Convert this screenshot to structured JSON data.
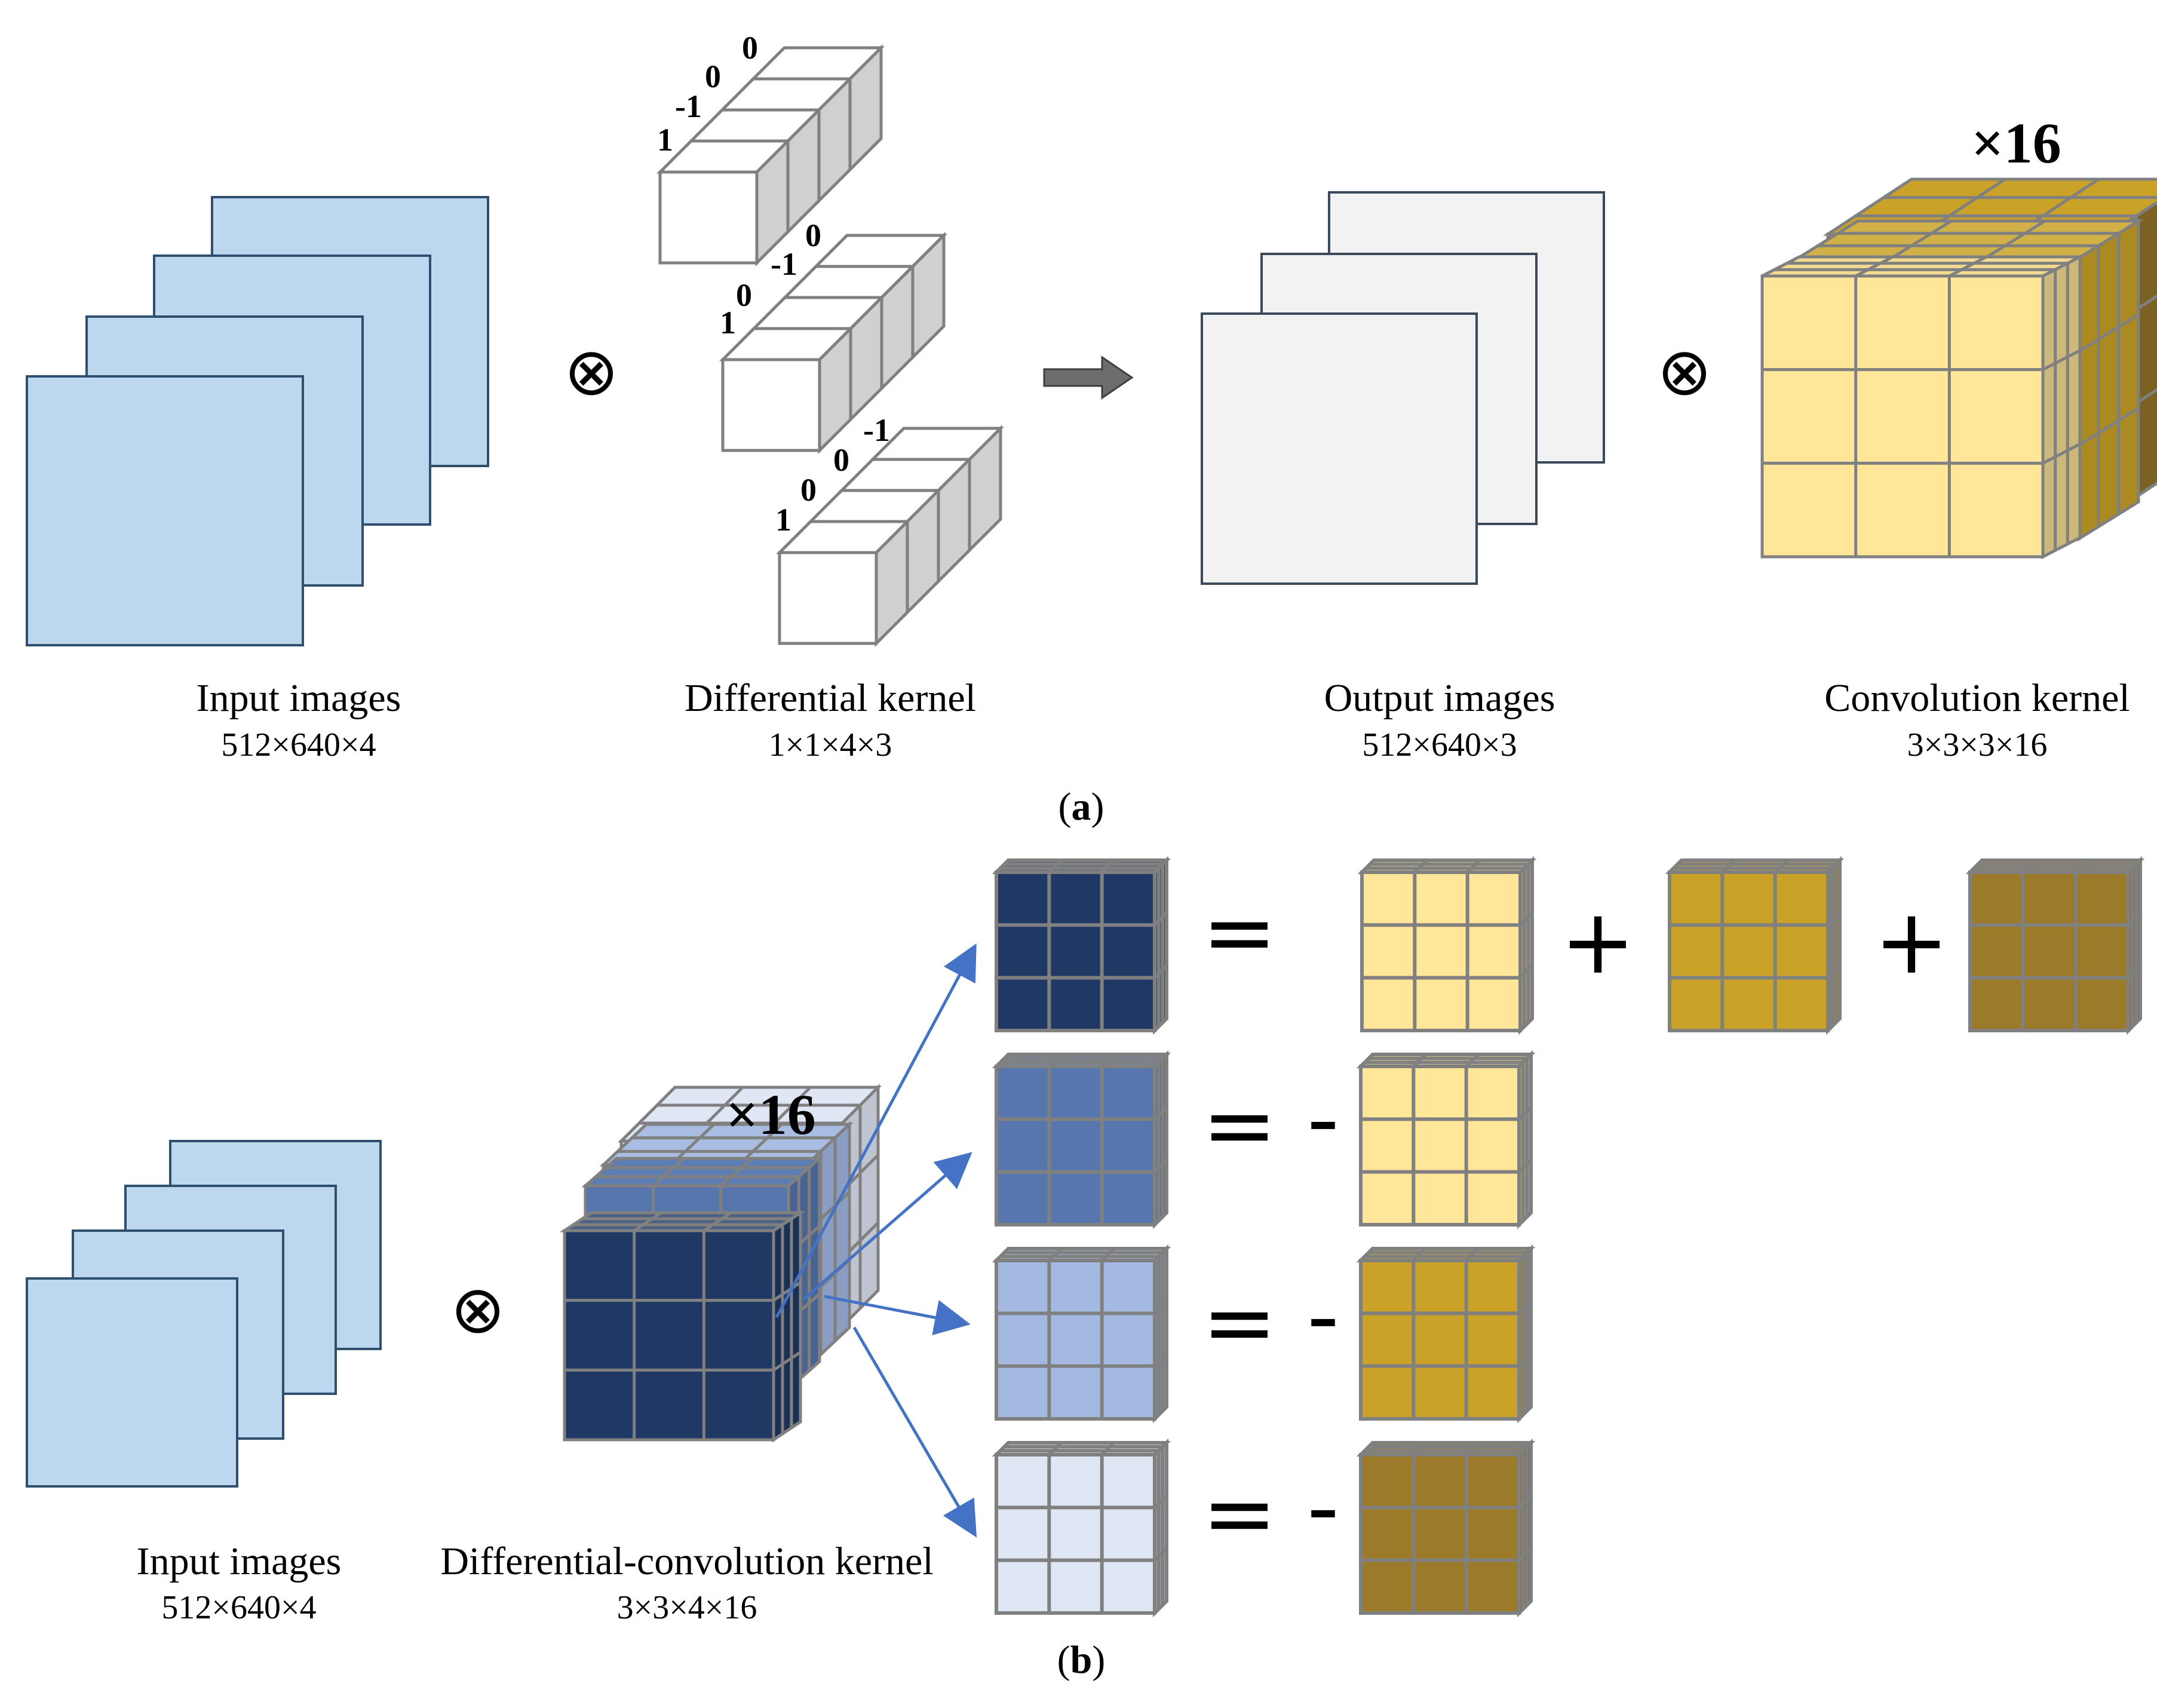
{
  "panel_a": {
    "label_open": "(",
    "label_letter": "a",
    "label_close": ")",
    "input": {
      "name": "Input images",
      "dims": "512×640×4"
    },
    "diff_kernel": {
      "name": "Differential kernel",
      "dims": "1×1×4×3",
      "rows": [
        [
          "1",
          "-1",
          "0",
          "0"
        ],
        [
          "1",
          "0",
          "-1",
          "0"
        ],
        [
          "1",
          "0",
          "0",
          "-1"
        ]
      ]
    },
    "output": {
      "name": "Output images",
      "dims": "512×640×3"
    },
    "conv_kernel": {
      "name": "Convolution kernel",
      "dims": "3×3×3×16",
      "multiplier": "×16"
    },
    "operator": "⊗"
  },
  "panel_b": {
    "label_open": "(",
    "label_letter": "b",
    "label_close": ")",
    "input": {
      "name": "Input images",
      "dims": "512×640×4"
    },
    "diff_conv_kernel": {
      "name": "Differential-convolution kernel",
      "dims": "3×3×4×16",
      "multiplier": "×16"
    },
    "operator": "⊗",
    "equations": [
      {
        "equals": "=",
        "sign": "",
        "plus": "+"
      },
      {
        "equals": "=",
        "sign": "-"
      },
      {
        "equals": "=",
        "sign": "-"
      },
      {
        "equals": "=",
        "sign": "-"
      }
    ]
  },
  "colors": {
    "input_blue": "#bdd7ee",
    "output_gray": "#f2f2f2",
    "kernel_yellow": "#ffe699",
    "kernel_gold": "#c9a227",
    "kernel_olive": "#9b7a2a",
    "dark_navy": "#1f3864",
    "mid_blue": "#5676ad",
    "light_blue": "#a4b9e2",
    "pale_blue": "#dfe7f5",
    "arrow_blue": "#4472c4",
    "outline": "#808080"
  }
}
